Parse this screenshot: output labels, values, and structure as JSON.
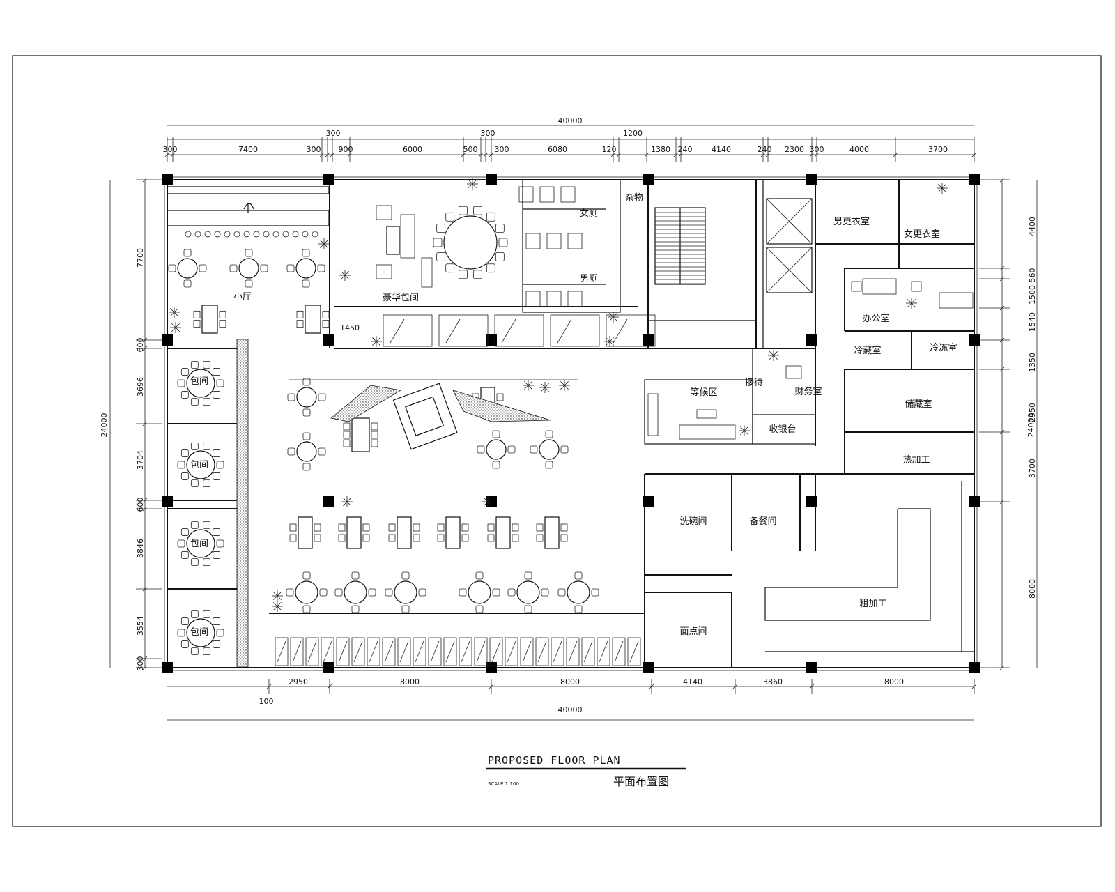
{
  "title": "PROPOSED FLOOR PLAN",
  "subtitle": "平面布置图",
  "scale": "SCALE 1:100",
  "dims_top_total": "40000",
  "dims_top_row1": [
    "300",
    "300",
    "1200"
  ],
  "dims_top_row2": [
    "300",
    "7400",
    "300",
    "900",
    "6000",
    "500",
    "300",
    "6080",
    "120",
    "1380",
    "240",
    "4140",
    "240",
    "2300",
    "300",
    "4000",
    "3700"
  ],
  "dims_bottom": [
    "2950",
    "8000",
    "8000",
    "4140",
    "3860",
    "8000"
  ],
  "dims_bottom_small": "100",
  "dims_bottom_total": "40000",
  "dims_left": [
    "7700",
    "600",
    "3696",
    "3704",
    "600",
    "3846",
    "3554",
    "300"
  ],
  "dims_left_total": "24000",
  "dims_right": [
    "4400",
    "560",
    "1500",
    "1540",
    "1350",
    "2950",
    "3700",
    "8000"
  ],
  "dims_right_total": "24000",
  "rooms": {
    "small_hall": "小厅",
    "vip_room": "豪华包间",
    "private_room": "包间",
    "waiting": "等候区",
    "reception": "接待",
    "finance": "财务室",
    "cashier": "收银台",
    "male_locker": "男更衣室",
    "female_locker": "女更衣室",
    "office": "办公室",
    "cold_room_1": "冷藏室",
    "cold_room_2": "冷冻室",
    "storage": "储藏室",
    "hot_kitchen": "热加工",
    "dishwash": "洗碗间",
    "prep": "备餐间",
    "cold_kitchen": "粗加工",
    "pastry": "面点间",
    "stair_note": "杂物",
    "wc_female": "女厕",
    "wc_male": "男厕",
    "counter_dim": "1450"
  }
}
